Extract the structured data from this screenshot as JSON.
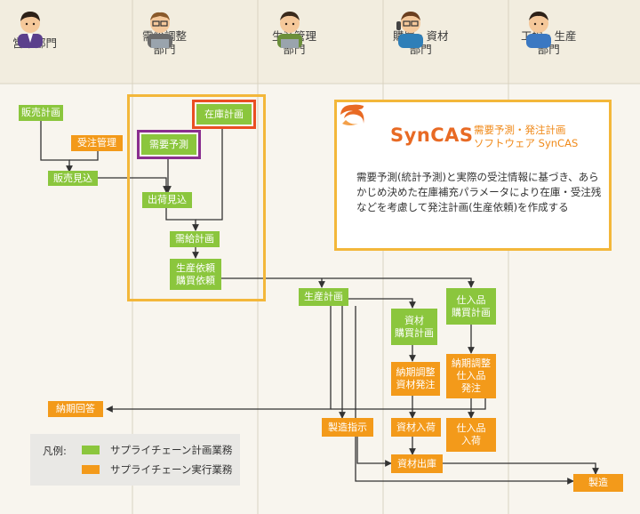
{
  "departments": [
    {
      "name": "営業部門",
      "avatar": "sales-avatar"
    },
    {
      "name": "需給調整\n部門",
      "avatar": "supply-demand-avatar"
    },
    {
      "name": "生産管理\n部門",
      "avatar": "production-control-avatar"
    },
    {
      "name": "購買・資材\n部門",
      "avatar": "purchasing-avatar"
    },
    {
      "name": "工場・生産\n部門",
      "avatar": "factory-avatar"
    }
  ],
  "nodes": {
    "sales_plan": "販売計画",
    "order_mgmt": "受注管理",
    "sales_forecast": "販売見込",
    "inventory_plan": "在庫計画",
    "demand_forecast": "需要予測",
    "shipment_forecast": "出荷見込",
    "supply_plan": "需給計画",
    "prod_purchase_req": "生産依頼\n購買依頼",
    "production_plan": "生産計画",
    "material_purchase_plan": "資材\n購買計画",
    "goods_purchase_plan": "仕入品\n購買計画",
    "delivery_adj_material": "納期調整\n資材発注",
    "delivery_adj_goods": "納期調整\n仕入品\n発注",
    "delivery_reply": "納期回答",
    "mfg_instruction": "製造指示",
    "material_receipt": "資材入荷",
    "goods_receipt": "仕入品\n入荷",
    "material_issue": "資材出庫",
    "manufacturing": "製造"
  },
  "syncas": {
    "logo": "SynCAS",
    "tagline": "需要予測・発注計画\nソフトウェア SynCAS",
    "description": "需要予測(統計予測)と実際の受注情報に基づき、あらかじめ決めた在庫補充パラメータにより在庫・受注残などを考慮して発注計画(生産依頼)を作成する"
  },
  "legend": {
    "title": "凡例:",
    "planning": "サプライチェーン計画業務",
    "execution": "サプライチェーン実行業務"
  },
  "colors": {
    "planning": "#8bc63d",
    "execution": "#f39a1a",
    "syncas_frame": "#f3b73a",
    "inventory_frame": "#ea4e22",
    "forecast_frame": "#8a2f8f",
    "logo": "#e86a24"
  }
}
